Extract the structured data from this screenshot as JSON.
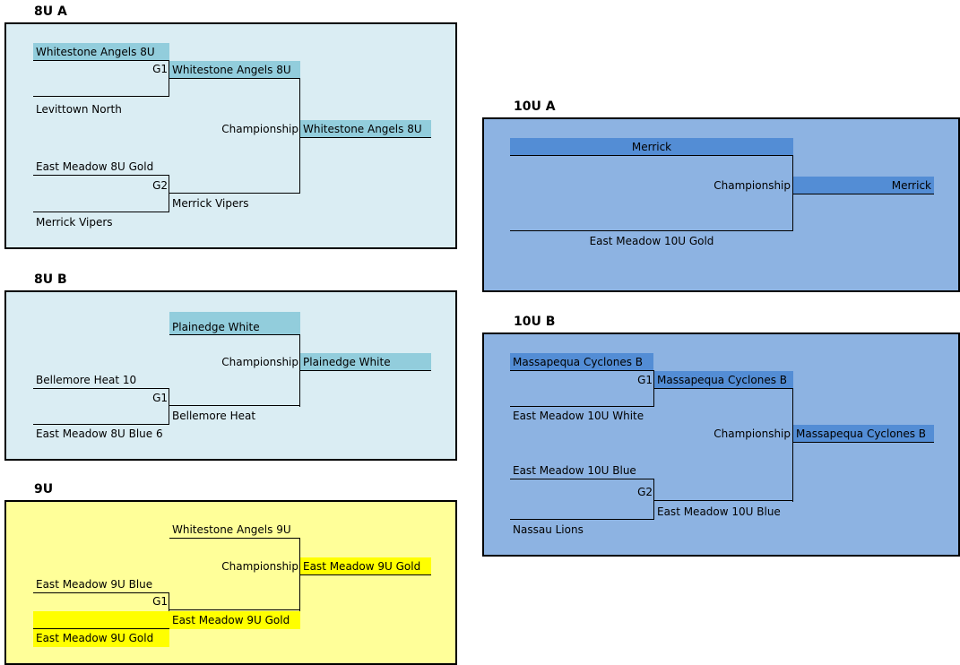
{
  "brackets": {
    "u8a": {
      "title": "8U A",
      "team1": "Whitestone Angels 8U",
      "team2": "Levittown North",
      "team3": "East Meadow 8U Gold",
      "team4": "Merrick Vipers",
      "g1": "G1",
      "g2": "G2",
      "g1_winner": "Whitestone Angels 8U",
      "g2_winner": "Merrick Vipers",
      "champ_label": "Championship",
      "champion": "Whitestone Angels 8U"
    },
    "u8b": {
      "title": "8U B",
      "bye_team": "Plainedge White",
      "team1": "Bellemore Heat 10",
      "team2": "East Meadow 8U Blue 6",
      "g1": "G1",
      "g1_winner": "Bellemore Heat",
      "champ_label": "Championship",
      "champion": "Plainedge White"
    },
    "u9": {
      "title": "9U",
      "bye_team": "Whitestone Angels 9U",
      "team1": "East Meadow 9U Blue",
      "team2": "East Meadow 9U Gold",
      "g1": "G1",
      "g1_winner": "East Meadow 9U Gold",
      "champ_label": "Championship",
      "champion": "East Meadow 9U Gold"
    },
    "u10a": {
      "title": "10U A",
      "team1": "Merrick",
      "team2": "East Meadow 10U Gold",
      "champ_label": "Championship",
      "champion": "Merrick"
    },
    "u10b": {
      "title": "10U B",
      "team1": "Massapequa Cyclones B",
      "team2": "East Meadow 10U White",
      "team3": "East Meadow 10U Blue",
      "team4": "Nassau Lions",
      "g1": "G1",
      "g2": "G2",
      "g1_winner": "Massapequa Cyclones B",
      "g2_winner": "East Meadow 10U Blue",
      "champ_label": "Championship",
      "champion": "Massapequa Cyclones B"
    }
  },
  "colors": {
    "panel_light": "#daedf3",
    "panel_yellow": "#ffff99",
    "panel_blue": "#8db3e2",
    "highlight_teal": "#92cddc",
    "highlight_yellow": "#ffff00",
    "highlight_blue": "#538dd5"
  }
}
